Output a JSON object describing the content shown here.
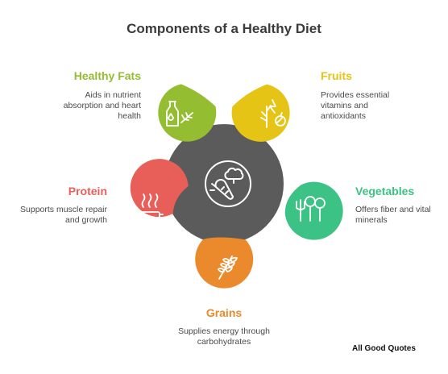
{
  "title": "Components of a Healthy Diet",
  "colors": {
    "hub": "#5b5b5b",
    "healthy_fats": "#95bd32",
    "fruits": "#e6c415",
    "vegetables": "#3dc285",
    "grains": "#ea8a2c",
    "protein": "#e85f5a"
  },
  "components": {
    "healthy_fats": {
      "heading": "Healthy Fats",
      "desc_lines": [
        "Aids in nutrient",
        "absorption and heart",
        "health"
      ],
      "icon": "oil-bottle-icon"
    },
    "fruits": {
      "heading": "Fruits",
      "desc_lines": [
        "Provides essential",
        "vitamins and",
        "antioxidants"
      ],
      "icon": "fruit-plant-icon"
    },
    "vegetables": {
      "heading": "Vegetables",
      "desc_lines": [
        "Offers fiber and vital",
        "minerals"
      ],
      "icon": "vegetables-icon"
    },
    "grains": {
      "heading": "Grains",
      "desc_lines": [
        "Supplies energy through",
        "carbohydrates"
      ],
      "icon": "wheat-icon"
    },
    "protein": {
      "heading": "Protein",
      "desc_lines": [
        "Supports muscle repair",
        "and growth"
      ],
      "icon": "hot-dish-icon"
    }
  },
  "hub_icon": "broccoli-carrot-icon",
  "watermark": "All Good Quotes"
}
